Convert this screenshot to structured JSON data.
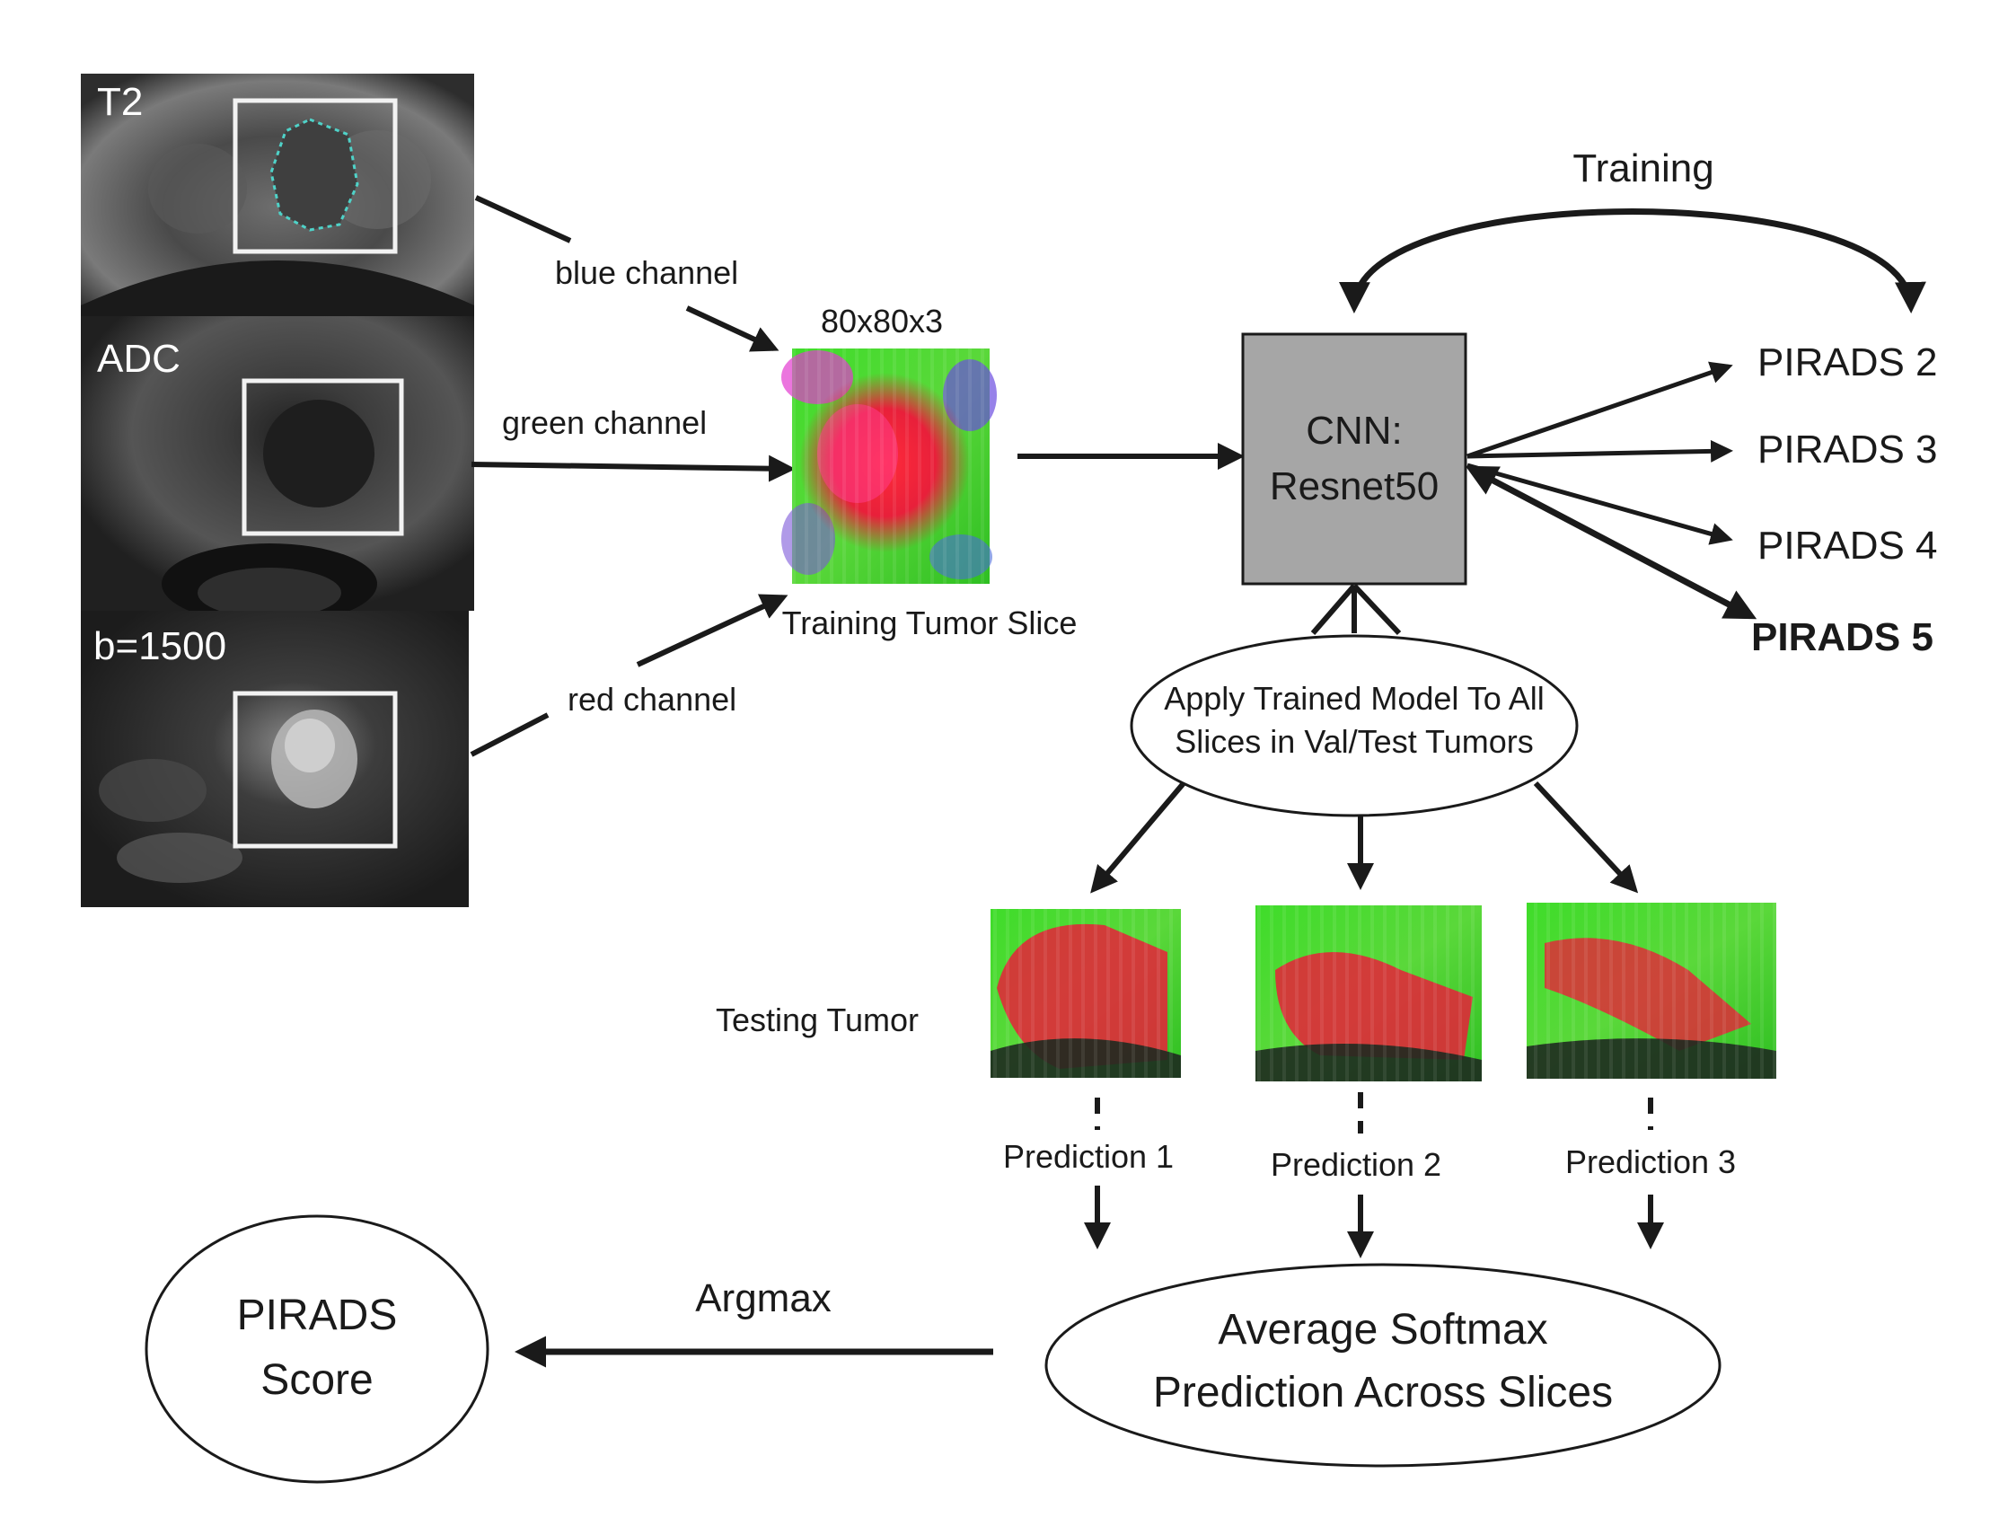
{
  "mri": {
    "t2_label": "T2",
    "adc_label": "ADC",
    "b1500_label": "b=1500"
  },
  "channels": {
    "blue": "blue channel",
    "green": "green channel",
    "red": "red channel"
  },
  "training_slice": {
    "dimension": "80x80x3",
    "caption": "Training Tumor Slice"
  },
  "cnn": {
    "line1": "CNN:",
    "line2": "Resnet50"
  },
  "training_label": "Training",
  "pirads_outputs": [
    {
      "label": "PIRADS 2",
      "bold": false
    },
    {
      "label": "PIRADS 3",
      "bold": false
    },
    {
      "label": "PIRADS 4",
      "bold": false
    },
    {
      "label": "PIRADS 5",
      "bold": true
    }
  ],
  "apply_model": {
    "line1": "Apply Trained Model To All",
    "line2": "Slices in Val/Test Tumors"
  },
  "testing_tumor_label": "Testing Tumor",
  "predictions": [
    "Prediction 1",
    "Prediction 2",
    "Prediction 3"
  ],
  "average_softmax": {
    "line1": "Average Softmax",
    "line2": "Prediction Across Slices"
  },
  "argmax_label": "Argmax",
  "pirads_score": {
    "line1": "PIRADS",
    "line2": "Score"
  },
  "colors": {
    "cnn_box_fill": "#a6a6a6",
    "arrow": "#1a1a1a",
    "mri_background": "#2a2a2a"
  }
}
